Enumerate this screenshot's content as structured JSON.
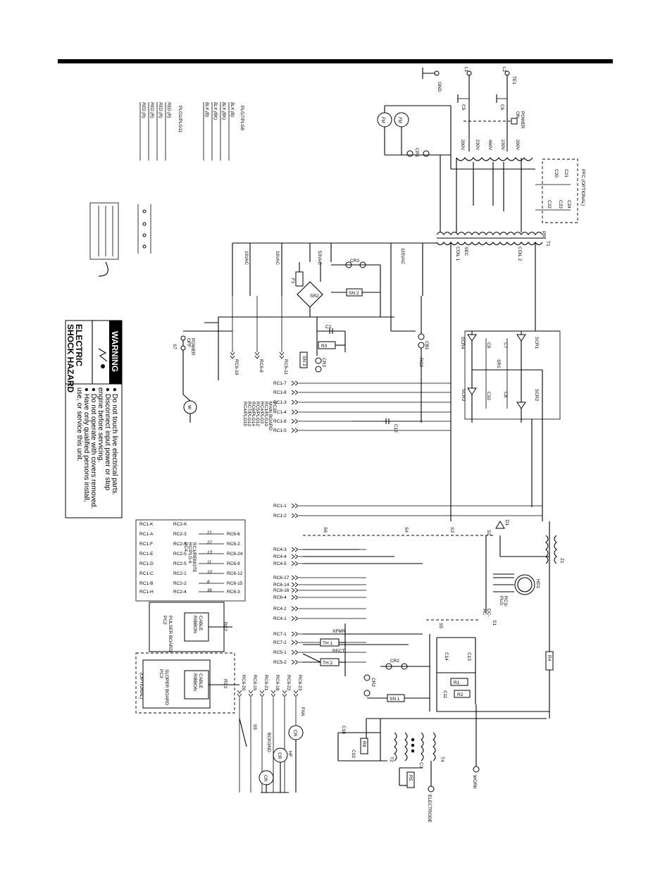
{
  "connectors_left": [
    "RC1-7",
    "RC1-8",
    "RC1-3",
    "RC1-4",
    "RC1-6",
    "RC1-5",
    "RC1-1",
    "RC1-2",
    "RC4-3",
    "RC4-4",
    "RC4-5",
    "RC6-17",
    "RC6-14",
    "RC6-16",
    "RC6-4",
    "RC4-2",
    "RC4-1",
    "RC7-1",
    "RC7-2",
    "RC5-1",
    "RC5-2"
  ],
  "connectors_bottom": [
    "RC6-20",
    "RC6-19",
    "RC6-21",
    "RC6-18",
    "RC6-22",
    "RC6-23"
  ],
  "connectors_mid": [
    "RC6-10",
    "RC6-8",
    "RC6-11"
  ],
  "pc1_legend": [
    "PC1",
    "MAIN BOARD",
    "RC1/PLG10",
    "RC4/PLG2",
    "RC5/PLG12",
    "RC6/PLG14",
    "RC7/PLG13",
    "RC4/PLG15"
  ],
  "table": {
    "col1": [
      "RC1-K",
      "RC1-A",
      "RC1-F",
      "RC1-E",
      "RC1-D",
      "RC1-C",
      "RC1-B",
      "RC1-H"
    ],
    "col2": [
      "RC2-K",
      "RC2-3",
      "RC2-6",
      "RC2-5",
      "RC2-5",
      "RC2-1",
      "RC2-2",
      "RC2-4"
    ],
    "wires": [
      "21",
      "22",
      "13",
      "11",
      "10",
      "8",
      "36"
    ],
    "col3": [
      "RC6-6",
      "RC6-2",
      "RC6-24",
      "RC6-9",
      "RC6-12",
      "RC6-15",
      "RC6-3"
    ],
    "heading": [
      "PC4",
      "RC/PLG 6",
      "RC1/REMOTE"
    ]
  },
  "boards": {
    "pc2": [
      "PC2",
      "PULSER BOARD"
    ],
    "pc3": [
      "PC3",
      "SLOPER BOARD"
    ],
    "optional": "(OPTIONAL)",
    "ribbon": [
      "RIBBON",
      "CABLE"
    ],
    "rc2": "RC2",
    "rc3": "RC3"
  },
  "components": {
    "gnd": "GND",
    "l1": "L1",
    "l2": "L2",
    "te1": "TE1",
    "c5": "C5",
    "c6": "C6",
    "power_on": [
      "POWER",
      "ON"
    ],
    "fm1": [
      "FM",
      "1"
    ],
    "fm2": [
      "FM",
      "2"
    ],
    "cr1": "CR1",
    "pfc": "PFC (OPTIONAL)",
    "c20": "C20",
    "c21": "C21",
    "c22": "C22",
    "c23": "C23",
    "c24": "C24",
    "taps": [
      "200V",
      "230V",
      "460V",
      "230V",
      "200V"
    ],
    "t1": "T1",
    "pri": "PRI",
    "sec": "SEC",
    "coil1": "COIL 1",
    "coil2": "COIL 2",
    "v19": "19VAC",
    "v53": "53VAC",
    "v115": "115VAC",
    "cr3": "CR3",
    "sn2": "SN 2",
    "sn3": "SN 3",
    "sr2": "SR2",
    "f1": "F1",
    "c2": "C2",
    "r3": "R3",
    "cb1": "CB1",
    "rc2b": "RC2",
    "scr1": "SCR1",
    "scr2": "SCR2",
    "scr3": "SCR3",
    "scr4": "SCR4",
    "sr1": "SR1",
    "c7": "C7",
    "c8": "C8",
    "c9": "C9",
    "c10": "C10",
    "c12": "C12",
    "d1": "D1",
    "z1": "Z1",
    "hd1": "HD1",
    "s1": "S1",
    "s2": "S2",
    "s3": "S3",
    "s4": "S4",
    "s5": "S5",
    "s6": "S6",
    "s7": "S7",
    "power_off": [
      "POWER",
      "OFF"
    ],
    "w": "W",
    "r4": "R4",
    "r1": "R1",
    "r2": "R2",
    "c11": "C11",
    "c13": "C13",
    "c14": "C14",
    "cr2": "CR2",
    "sn1": "SN 1",
    "th1": "TH 1",
    "th2": "TH 2",
    "xfmr": "XFMR",
    "rect": "RECT",
    "fan": "FAN",
    "bckgnd": "BCKGND",
    "hf": "HF",
    "cr": "CR",
    "c18": "C18",
    "c19": "C19",
    "r8": "R8",
    "t2": "T2",
    "t4": "T4",
    "r5": "R5",
    "c3": "C3",
    "work": "WORK",
    "electrode": "ELECTRODE",
    "ac_dc": [
      "AC",
      "DC-"
    ],
    "rc1_plg": [
      "RC1/",
      "PLG"
    ]
  },
  "plugs": {
    "plg1": "PLG1/PLG11",
    "plg7": "PLG7/PLG8",
    "plg1_rows": [
      "RED (R)",
      "RED (R)",
      "RED (R)",
      "RED (R)"
    ],
    "plg7_rows": [
      "BLK (B)",
      "BLK (BK)",
      "BLK (BK)",
      "BLK (B)"
    ]
  },
  "warning": {
    "title": "WARNING",
    "subtitle": [
      "ELECTRIC",
      "SHOCK HAZARD"
    ],
    "bullets": [
      "Do not touch live electrical parts.",
      "Disconnect input power or stop",
      "engine before servicing.",
      "Do not operate with covers removed.",
      "Have only qualified persons install,",
      "use, or service this unit."
    ]
  }
}
